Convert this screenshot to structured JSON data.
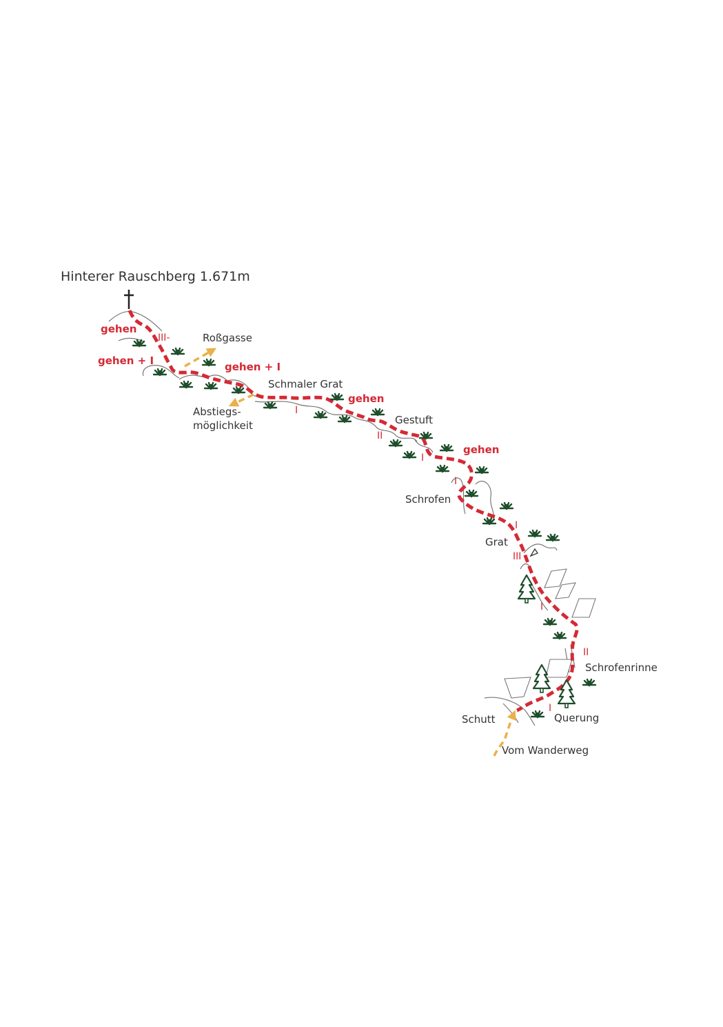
{
  "title": "Hinterer Rauschberg 1.671m",
  "labels": {
    "rossgasse": "Roßgasse",
    "schmaler_grat": "Schmaler Grat",
    "abstieg_1": "Abstiegs-",
    "abstieg_2": "möglichkeit",
    "gestuft": "Gestuft",
    "schrofen": "Schrofen",
    "grat": "Grat",
    "schrofenrinne": "Schrofenrinne",
    "schutt": "Schutt",
    "querung": "Querung",
    "vom_wanderweg": "Vom Wanderweg"
  },
  "route_notes": {
    "gehen_top": "gehen",
    "gehen_plus_left": "gehen + I",
    "gehen_plus_mid": "gehen + I",
    "gehen_mid": "gehen",
    "gehen_right": "gehen"
  },
  "grades": {
    "g1": "III-",
    "g2": "I",
    "g3": "II",
    "g4": "I",
    "g5": "I",
    "g6": "I",
    "g7": "III",
    "g8": "I",
    "g9": "II",
    "g10": "I"
  },
  "colors": {
    "route": "#d42a35",
    "access": "#eab14a",
    "vegetation": "#1e4d2b",
    "terrain": "#777777"
  },
  "icons": {
    "summit": "summit-cross-icon",
    "vegetation": "grass-tuft-icon",
    "tree": "fir-tree-icon",
    "rock": "rock-slab-icon"
  }
}
